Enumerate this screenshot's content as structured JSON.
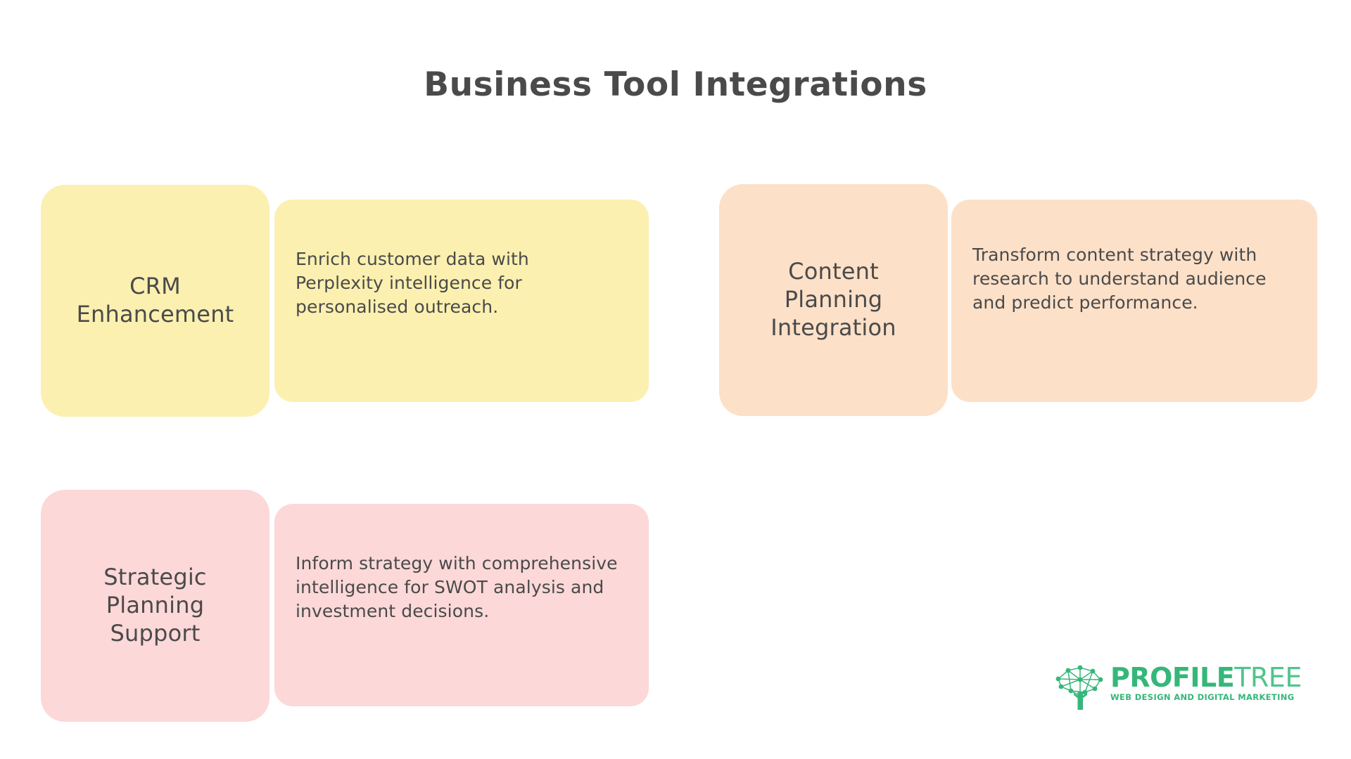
{
  "page": {
    "title": "Business Tool Integrations",
    "background_color": "#ffffff",
    "text_color": "#4a4a4a"
  },
  "cards": [
    {
      "id": "crm",
      "label": "CRM\nEnhancement",
      "body": "Enrich customer data with Perplexity intelligence for personalised outreach.",
      "color": "#fbf0b0",
      "color_name": "yellow"
    },
    {
      "id": "content",
      "label": "Content\nPlanning\nIntegration",
      "body": "Transform content strategy with research to understand audience and predict performance.",
      "color": "#fce0c8",
      "color_name": "peach"
    },
    {
      "id": "strategic",
      "label": "Strategic\nPlanning\nSupport",
      "body": "Inform strategy with comprehensive intelligence for SWOT analysis and investment decisions.",
      "color": "#fcd8d8",
      "color_name": "pink"
    }
  ],
  "logo": {
    "icon": "network-tree-icon",
    "word_bold": "PROFILE",
    "word_light": "TREE",
    "tagline": "WEB DESIGN AND DIGITAL MARKETING",
    "color": "#35b779"
  }
}
